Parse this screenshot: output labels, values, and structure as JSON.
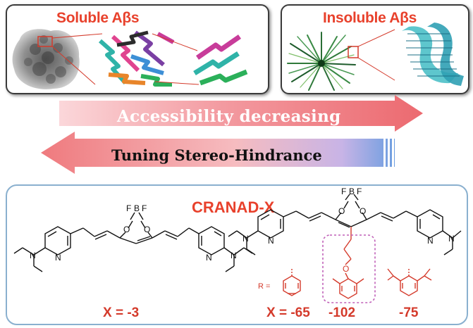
{
  "soluble": {
    "title": "Soluble Aβs"
  },
  "insoluble": {
    "title": "Insoluble Aβs"
  },
  "arrow_forward": {
    "label": "Accessibility decreasing"
  },
  "arrow_backward": {
    "label": "Tuning Stereo-Hindrance"
  },
  "compounds": {
    "title": "CRANAD-X",
    "r_label": "R =",
    "x_values": [
      "X = -3",
      "X = -65",
      "-102",
      "-75"
    ],
    "atoms": {
      "fluorine": "F",
      "boron": "B",
      "oxygen": "O",
      "nitrogen": "N"
    }
  },
  "colors": {
    "title_red": "#e8412c",
    "arrow_red": "#ee6f6f",
    "arrow_pink": "#f6b7bd",
    "arrow_blue": "#5a8fd8",
    "panel_border_blue": "#8ab0cf",
    "dashed_box": "#c060b8"
  }
}
